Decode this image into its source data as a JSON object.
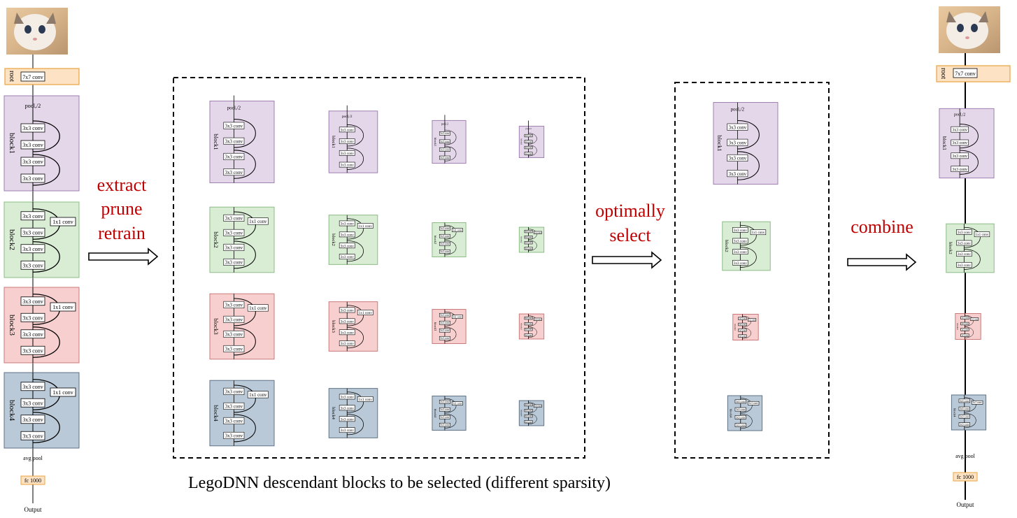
{
  "steps": {
    "extract": [
      "extract",
      "prune",
      "retrain"
    ],
    "select": [
      "optimally",
      "select"
    ],
    "combine": [
      "combine"
    ]
  },
  "caption": "LegoDNN descendant blocks to be selected (different sparsity)",
  "network": {
    "root_label": "root",
    "root_conv": "7x7 conv",
    "pool": "pool,/2",
    "conv3": "3x3 conv",
    "conv1": "1x1 conv",
    "avg_pool": "avg pool",
    "fc": "fc 1000",
    "output": "Output"
  },
  "blocks": [
    {
      "name": "block1",
      "fill": "#e4d7ea",
      "stroke": "#9e7fb1",
      "has_pool": true,
      "has_1x1": false
    },
    {
      "name": "block2",
      "fill": "#d9ecd4",
      "stroke": "#8cbc86",
      "has_pool": false,
      "has_1x1": true
    },
    {
      "name": "block3",
      "fill": "#f8cfcf",
      "stroke": "#c97a7a",
      "has_pool": false,
      "has_1x1": true
    },
    {
      "name": "block4",
      "fill": "#b9c9d7",
      "stroke": "#5f7286",
      "has_pool": false,
      "has_1x1": true
    }
  ],
  "colors": {
    "root_fill": "#fde3c4",
    "root_stroke": "#e8a33f",
    "accent_red": "#c00000"
  }
}
